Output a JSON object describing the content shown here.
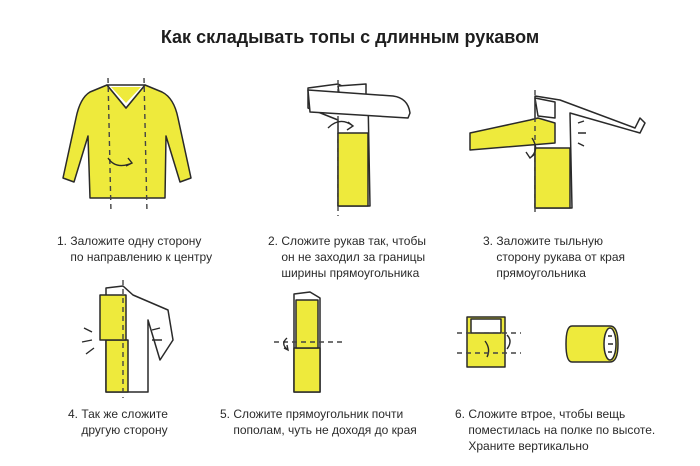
{
  "title": "Как складывать топы с длинным рукавом",
  "colors": {
    "accent": "#eeea3c",
    "line": "#2a2a2a"
  },
  "steps": [
    {
      "lines": [
        "1. Заложите одну сторону",
        "    по направлению к центру"
      ]
    },
    {
      "lines": [
        "2. Сложите рукав так, чтобы",
        "    он не заходил за границы",
        "    ширины прямоугольника"
      ]
    },
    {
      "lines": [
        "3. Заложите тыльную",
        "    сторону рукава от края",
        "    прямоугольника"
      ]
    },
    {
      "lines": [
        "4. Так же сложите",
        "    другую сторону"
      ]
    },
    {
      "lines": [
        "5. Сложите прямоугольник почти",
        "    пополам, чуть не доходя до края"
      ]
    },
    {
      "lines": [
        "6. Сложите втрое, чтобы вещь",
        "    поместилась на полке по высоте.",
        "    Храните вертикально"
      ]
    }
  ]
}
